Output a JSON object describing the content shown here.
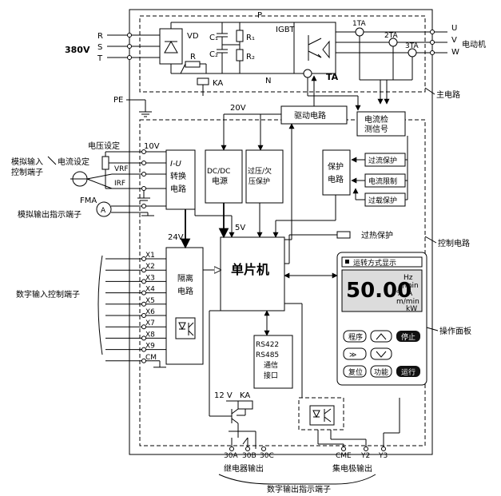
{
  "supply": {
    "phases": [
      "R",
      "S",
      "T"
    ],
    "voltage": "380V",
    "pe": "PE"
  },
  "motor": {
    "phases": [
      "U",
      "V",
      "W"
    ],
    "label": "电动机"
  },
  "main_circuit": {
    "label": "主电路",
    "vd": "VD",
    "c1": "C₁",
    "c2": "C₂",
    "r1": "R₁",
    "r2": "R₂",
    "r": "R",
    "ka": "KA",
    "p": "P",
    "n": "N",
    "igbt": "IGBT",
    "ct": [
      "1TA",
      "2TA",
      "3TA"
    ],
    "ta": "TA"
  },
  "control_circuit": {
    "label": "控制电路",
    "v20": "20V",
    "v10": "10V",
    "v5": "5V",
    "v24": "24V",
    "v12": "12 V",
    "drive": "驱动电路",
    "current_detect": [
      "电流检",
      "测信号"
    ],
    "iu": [
      "I-U",
      "转换",
      "电路"
    ],
    "dcdc": [
      "DC/DC",
      "电源"
    ],
    "ovp": [
      "过压/欠",
      "压保护"
    ],
    "protect": [
      "保护",
      "电路"
    ],
    "over_current": "过流保护",
    "current_limit": "电流限制",
    "overload": "过载保护",
    "overheat": "过热保护",
    "mcu": "单片机",
    "isolation": [
      "隔离",
      "电路"
    ],
    "comm": [
      "RS422",
      "RS485",
      "通信",
      "接口"
    ],
    "ka2": "KA"
  },
  "analog_inputs": {
    "group_label": [
      "模拟输入",
      "控制端子"
    ],
    "voltage_set": "电压设定",
    "current_set": "电流设定",
    "vrf": "VRF",
    "irf": "IRF",
    "fma": "FMA",
    "meter": "A",
    "output_label": "模拟输出指示端子"
  },
  "digital_inputs": {
    "label": "数字输入控制端子",
    "terminals": [
      "X1",
      "X2",
      "X3",
      "X4",
      "X5",
      "X6",
      "X7",
      "X8",
      "X9",
      "CM"
    ]
  },
  "panel": {
    "label": "操作面板",
    "status": "运转方式显示",
    "display": "50.00",
    "units": [
      "Hz",
      "r/min",
      "A",
      "%",
      "m/min",
      "kW"
    ],
    "buttons": {
      "program": "程序",
      "stop": "停止",
      "shift": "≫",
      "reset": "复位",
      "function": "功能",
      "run": "运行"
    }
  },
  "outputs": {
    "relay_terminals": [
      "30A",
      "30B",
      "30C"
    ],
    "collector_terminals": [
      "CME",
      "Y2",
      "Y3"
    ],
    "relay_label": "继电器输出",
    "collector_label": "集电极输出",
    "group_label": "数字输出指示端子"
  }
}
